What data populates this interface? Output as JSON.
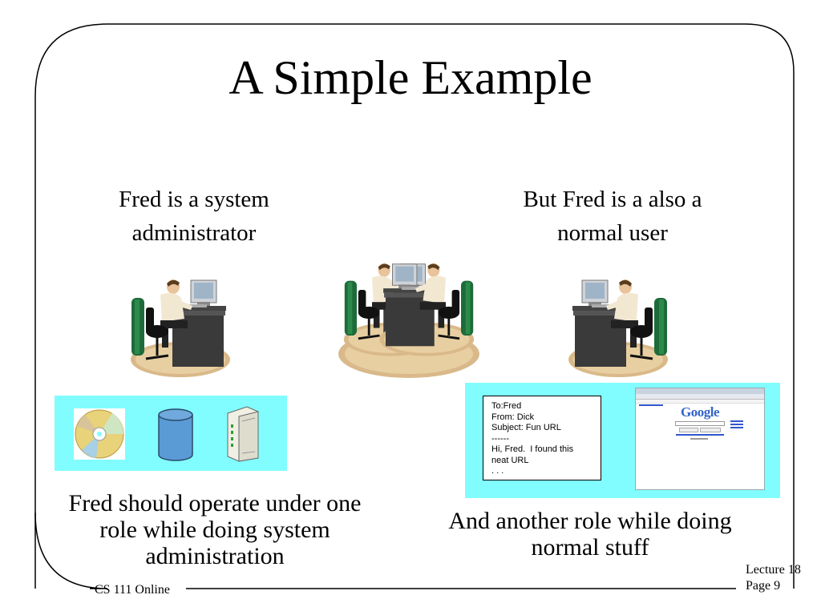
{
  "slide": {
    "title": "A Simple Example",
    "left_caption_line1": "Fred is a system",
    "left_caption_line2": "administrator",
    "right_caption_line1": "But Fred is a also a",
    "right_caption_line2": "normal user",
    "bottom_left_line1": "Fred should operate under one",
    "bottom_left_line2": "role while doing system",
    "bottom_left_line3": "administration",
    "bottom_right_line1": "And another role while doing",
    "bottom_right_line2": "normal stuff"
  },
  "email": {
    "lines": [
      "To:Fred",
      "From: Dick",
      "Subject: Fun URL",
      "------",
      "Hi, Fred.  I found this",
      "neat URL",
      ". . ."
    ]
  },
  "browser": {
    "logo": "Google"
  },
  "footer": {
    "course": "CS 111 Online",
    "lecture": "Lecture 18",
    "page": "Page 9"
  },
  "colors": {
    "panel": "#81fdff",
    "disk": "#5b9bd5",
    "chair": "#1e6b3a"
  },
  "icons": [
    "cd-icon",
    "database-icon",
    "router-icon",
    "computer-user-clipart"
  ]
}
